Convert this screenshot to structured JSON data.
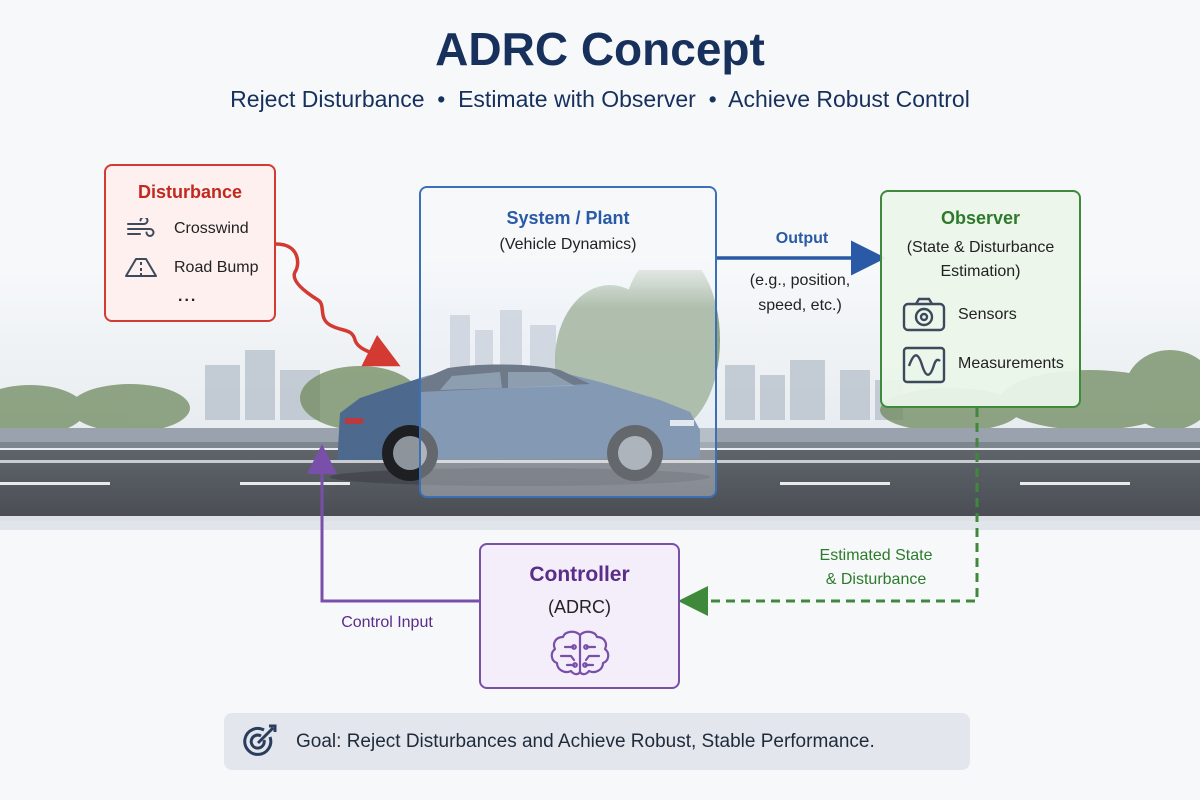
{
  "header": {
    "title": "ADRC Concept",
    "subtitle": "Reject Disturbance  •  Estimate with Observer  •  Achieve Robust Control"
  },
  "disturbance": {
    "title": "Disturbance",
    "items": [
      "Crosswind",
      "Road Bump"
    ],
    "more": "..."
  },
  "plant": {
    "title": "System / Plant",
    "subtitle": "(Vehicle Dynamics)"
  },
  "output": {
    "label": "Output",
    "note_line1": "(e.g., position,",
    "note_line2": "speed, etc.)"
  },
  "observer": {
    "title": "Observer",
    "subtitle_line1": "(State & Disturbance",
    "subtitle_line2": "Estimation)",
    "items": [
      "Sensors",
      "Measurements"
    ]
  },
  "feedback": {
    "line1": "Estimated State",
    "line2": "& Disturbance"
  },
  "controller": {
    "title": "Controller",
    "subtitle": "(ADRC)",
    "input_label": "Control Input"
  },
  "goal": {
    "text": "Goal: Reject Disturbances and Achieve Robust, Stable Performance."
  },
  "colors": {
    "disturbance": "#d33a32",
    "plant": "#3b6fb6",
    "observer": "#3e8a3a",
    "controller": "#7a4fa9",
    "title": "#17305c"
  },
  "icons": {
    "disturbance_items": [
      "wind-icon",
      "road-bump-icon"
    ],
    "observer_items": [
      "camera-icon",
      "waveform-icon"
    ],
    "controller": "brain-icon",
    "goal": "target-icon"
  }
}
